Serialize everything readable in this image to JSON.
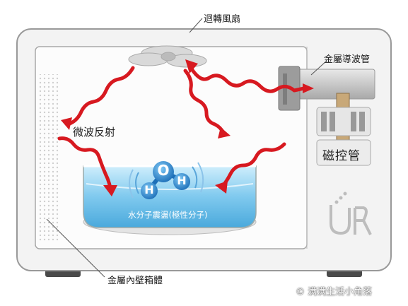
{
  "labels": {
    "fan": "迴轉風扇",
    "waveguide": "金屬導波管",
    "cavity_wall": "金屬內壁箱體",
    "reflection": "微波反射",
    "magnetron": "磁控管",
    "water_vibration": "水分子震盪(極性分子)",
    "brand": "© 满满生活小角落"
  },
  "molecule": {
    "oxygen": "O",
    "hydrogen_left": "H",
    "hydrogen_right": "H"
  },
  "colors": {
    "microwave": "#d71920",
    "water": "#8fd2f2",
    "body": "#f2f2f2",
    "cavity": "#fafafa",
    "metal": "#b9b9b9"
  },
  "icons": [
    "fan-icon",
    "waveguide-icon",
    "magnetron-icon",
    "bowl-icon",
    "water-molecule-icon",
    "logo-icon"
  ]
}
